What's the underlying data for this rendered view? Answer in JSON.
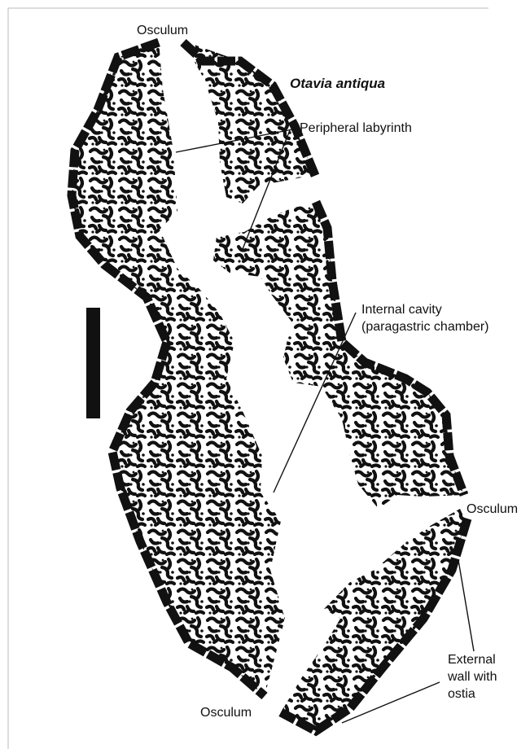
{
  "diagram": {
    "title": "Otavia antiqua",
    "labels": {
      "osculum_top": "Osculum",
      "osculum_right": "Osculum",
      "osculum_bottom": "Osculum",
      "peripheral_labyrinth": "Peripheral labyrinth",
      "internal_cavity_line1": "Internal cavity",
      "internal_cavity_line2": "(paragastric chamber)",
      "external_wall_line1": "External",
      "external_wall_line2": "wall with",
      "external_wall_line3": "ostia"
    },
    "colors": {
      "ink": "#111111",
      "background": "#ffffff"
    }
  }
}
